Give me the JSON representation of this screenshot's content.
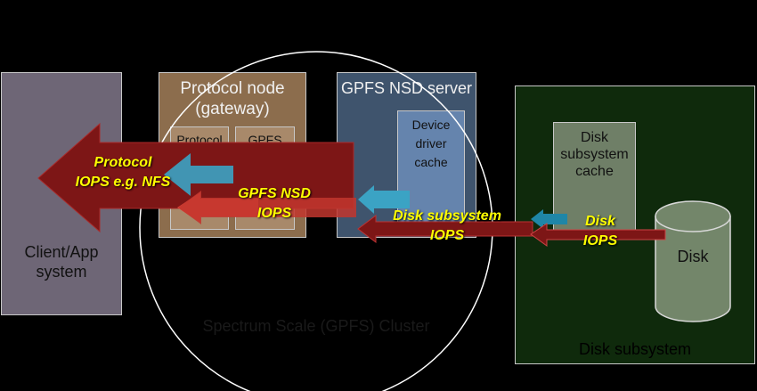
{
  "client": {
    "label": "Client/App\nsystem"
  },
  "protocol_node": {
    "title": "Protocol node\n(gateway)",
    "protocol_cache": "Protocol\ncache",
    "gpfs_cache": "GPFS\ncache"
  },
  "nsd_server": {
    "title": "GPFS NSD server",
    "device_cache": "Device\ndriver\ncache"
  },
  "disk_subsystem": {
    "title": "Disk subsystem",
    "cache": "Disk\nsubsystem\ncache",
    "disk": "Disk"
  },
  "cluster": {
    "label": "Spectrum Scale (GPFS) Cluster"
  },
  "iops_labels": {
    "protocol": "Protocol\nIOPS e.g. NFS",
    "gpfs_nsd": "GPFS NSD\nIOPS",
    "disk_subsystem": "Disk subsystem\nIOPS",
    "disk": "Disk\nIOPS"
  },
  "colors": {
    "client_fill": "#6e6676",
    "protocol_node_fill": "#8c6d4d",
    "nsd_server_fill": "#3f546d",
    "disk_subsystem_fill": "#0f2a0c",
    "arrow_dark_red": "#7d1616",
    "arrow_red": "#e2463a",
    "arrow_blue": "#3ba3c4",
    "label_yellow": "#ffff00"
  }
}
